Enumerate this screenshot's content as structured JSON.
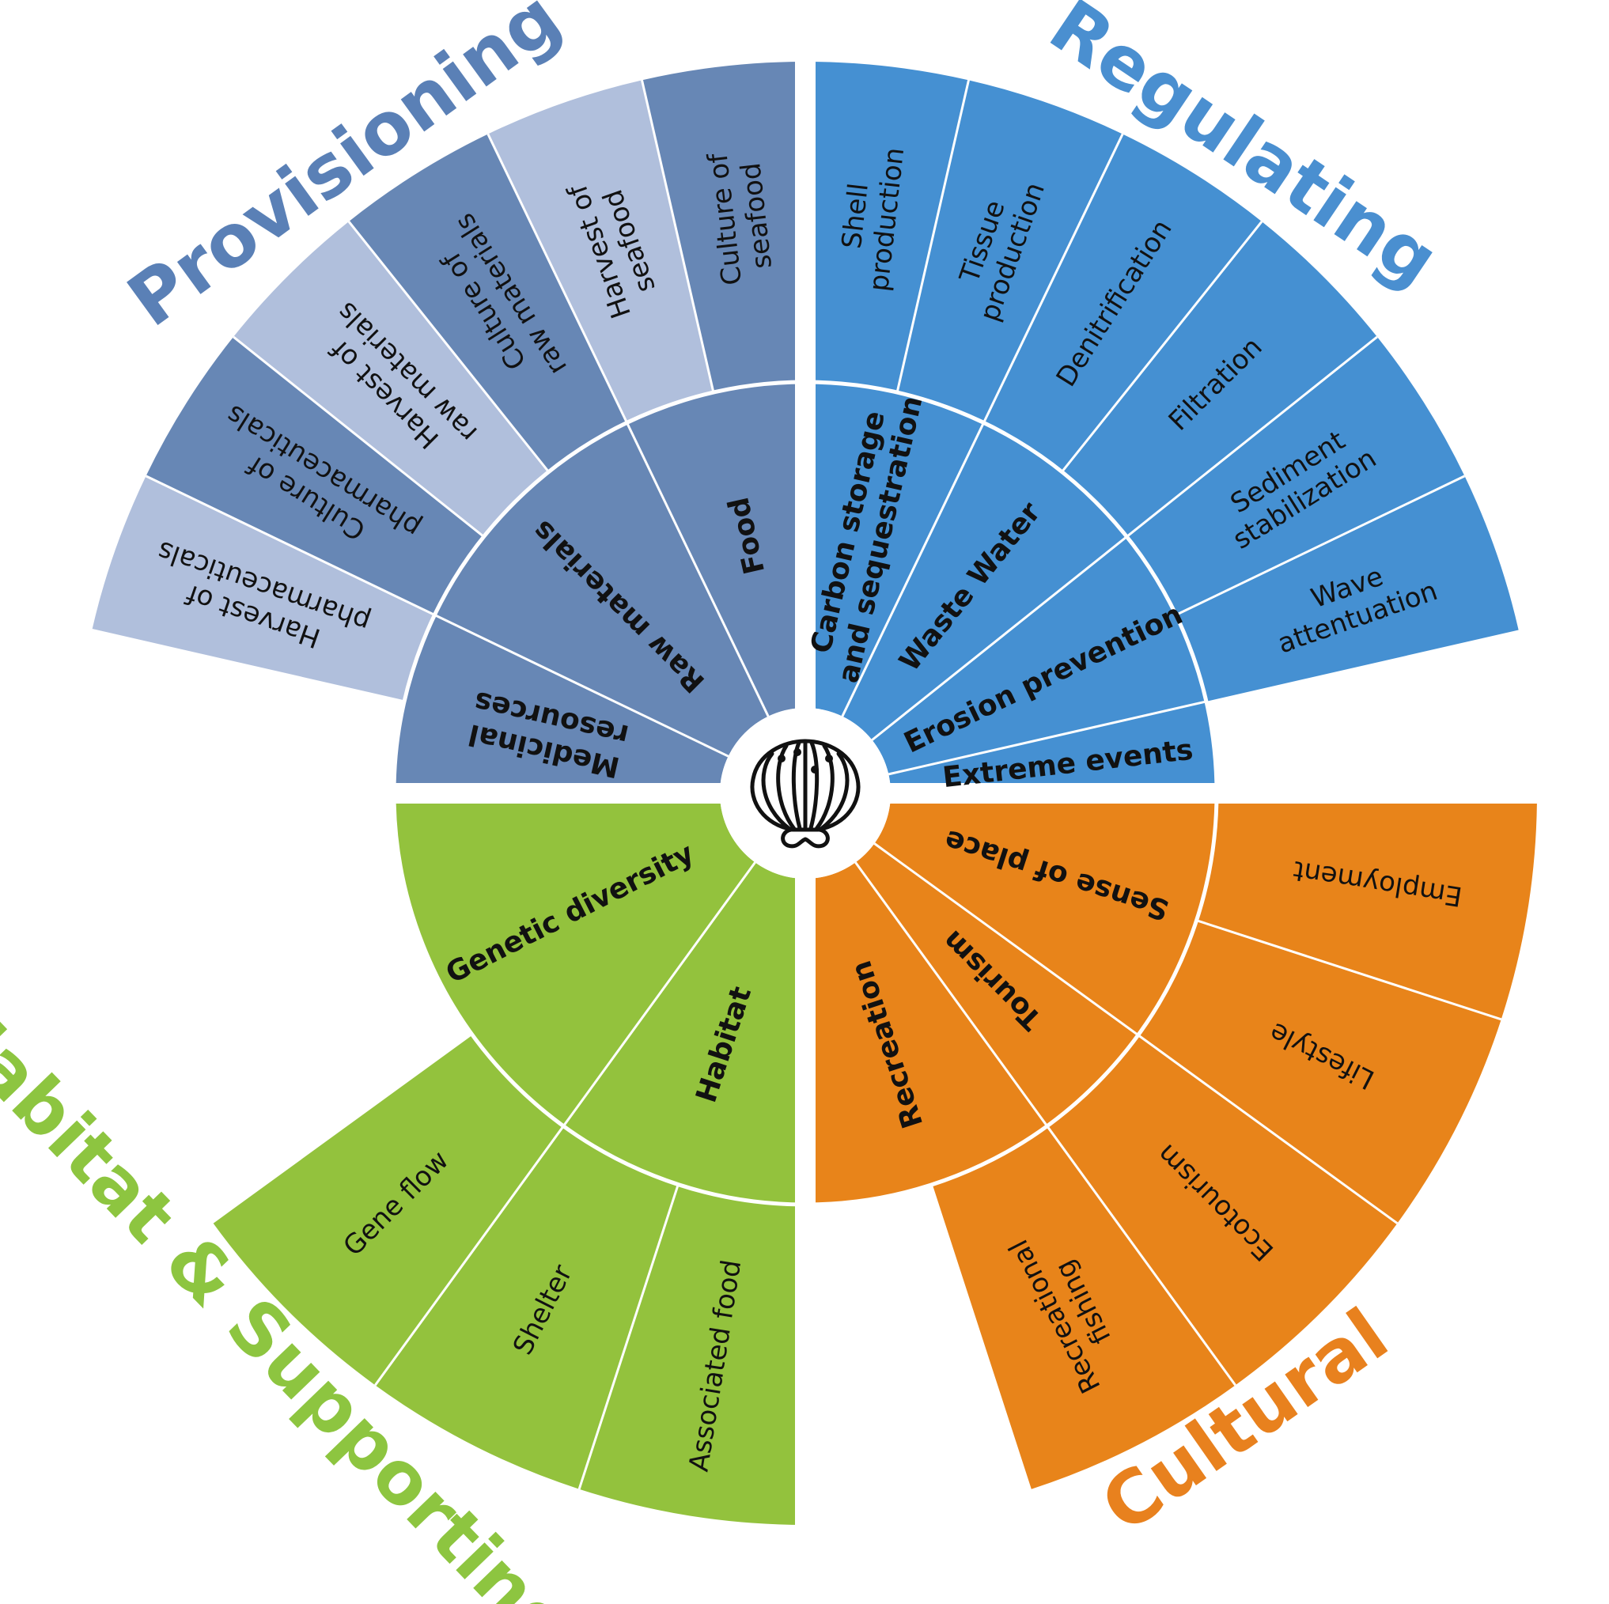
{
  "center_icon": "scallop-shell-icon",
  "quadrants": [
    {
      "id": "provisioning",
      "title": "Provisioning",
      "title_color": "#5a80b6",
      "inner_color": "#6787b5",
      "outer_colors": [
        "#6787b5",
        "#b0bfdc"
      ],
      "inner": [
        {
          "label": "Food",
          "outer": [
            {
              "label": "Culture of seafood",
              "lines": [
                "Culture of",
                "seafood"
              ]
            },
            {
              "label": "Harvest of seafood",
              "lines": [
                "Harvest of",
                "seafood"
              ]
            }
          ]
        },
        {
          "label": "Raw materials",
          "outer": [
            {
              "label": "Culture of raw materials",
              "lines": [
                "Culture of",
                "raw materials"
              ]
            },
            {
              "label": "Harvest of raw materials",
              "lines": [
                "Harvest of",
                "raw materials"
              ]
            }
          ]
        },
        {
          "label": "Medicinal resources",
          "lines": [
            "Medicinal",
            "resources"
          ],
          "outer": [
            {
              "label": "Culture of pharmaceuticals",
              "lines": [
                "Culture of",
                "pharmaceuticals"
              ]
            },
            {
              "label": "Harvest of pharmaceuticals",
              "lines": [
                "Harvest of",
                "pharmaceuticals"
              ]
            }
          ]
        }
      ]
    },
    {
      "id": "regulating",
      "title": "Regulating",
      "title_color": "#4a8fd0",
      "inner_color": "#4590d2",
      "outer_colors": [
        "#4590d2"
      ],
      "inner": [
        {
          "label": "Carbon storage and sequestration",
          "lines": [
            "Carbon storage",
            "and sequestration"
          ],
          "outer": [
            {
              "label": "Shell production",
              "lines": [
                "Shell",
                "production"
              ]
            },
            {
              "label": "Tissue production",
              "lines": [
                "Tissue",
                "production"
              ]
            }
          ]
        },
        {
          "label": "Waste Water",
          "outer": [
            {
              "label": "Denitrification"
            },
            {
              "label": "Filtration"
            }
          ]
        },
        {
          "label": "Erosion prevention",
          "outer": [
            {
              "label": "Sediment stabilization",
              "lines": [
                "Sediment",
                "stabilization"
              ]
            }
          ]
        },
        {
          "label": "Extreme events",
          "outer": [
            {
              "label": "Wave attentuation",
              "lines": [
                "Wave",
                "attentuation"
              ]
            }
          ]
        }
      ]
    },
    {
      "id": "cultural",
      "title": "Cultural",
      "title_color": "#e8811e",
      "inner_color": "#e8841a",
      "outer_colors": [
        "#e8841a"
      ],
      "inner": [
        {
          "label": "Sense of place",
          "outer": [
            {
              "label": "Employment"
            },
            {
              "label": "Lifestyle"
            }
          ]
        },
        {
          "label": "Tourism",
          "outer": [
            {
              "label": "Ecotourism"
            }
          ]
        },
        {
          "label": "Recreation",
          "outer": [
            {
              "label": "Recreational fishing",
              "lines": [
                "Recreational",
                "fishing"
              ]
            }
          ]
        }
      ]
    },
    {
      "id": "habitat-supporting",
      "title": "Habitat & Supporting",
      "title_color": "#8dc540",
      "inner_color": "#93c23d",
      "outer_colors": [
        "#93c23d"
      ],
      "inner": [
        {
          "label": "Habitat",
          "outer": [
            {
              "label": "Associated food"
            },
            {
              "label": "Shelter"
            }
          ]
        },
        {
          "label": "Genetic diversity",
          "outer": [
            {
              "label": "Gene flow"
            }
          ]
        }
      ]
    }
  ]
}
